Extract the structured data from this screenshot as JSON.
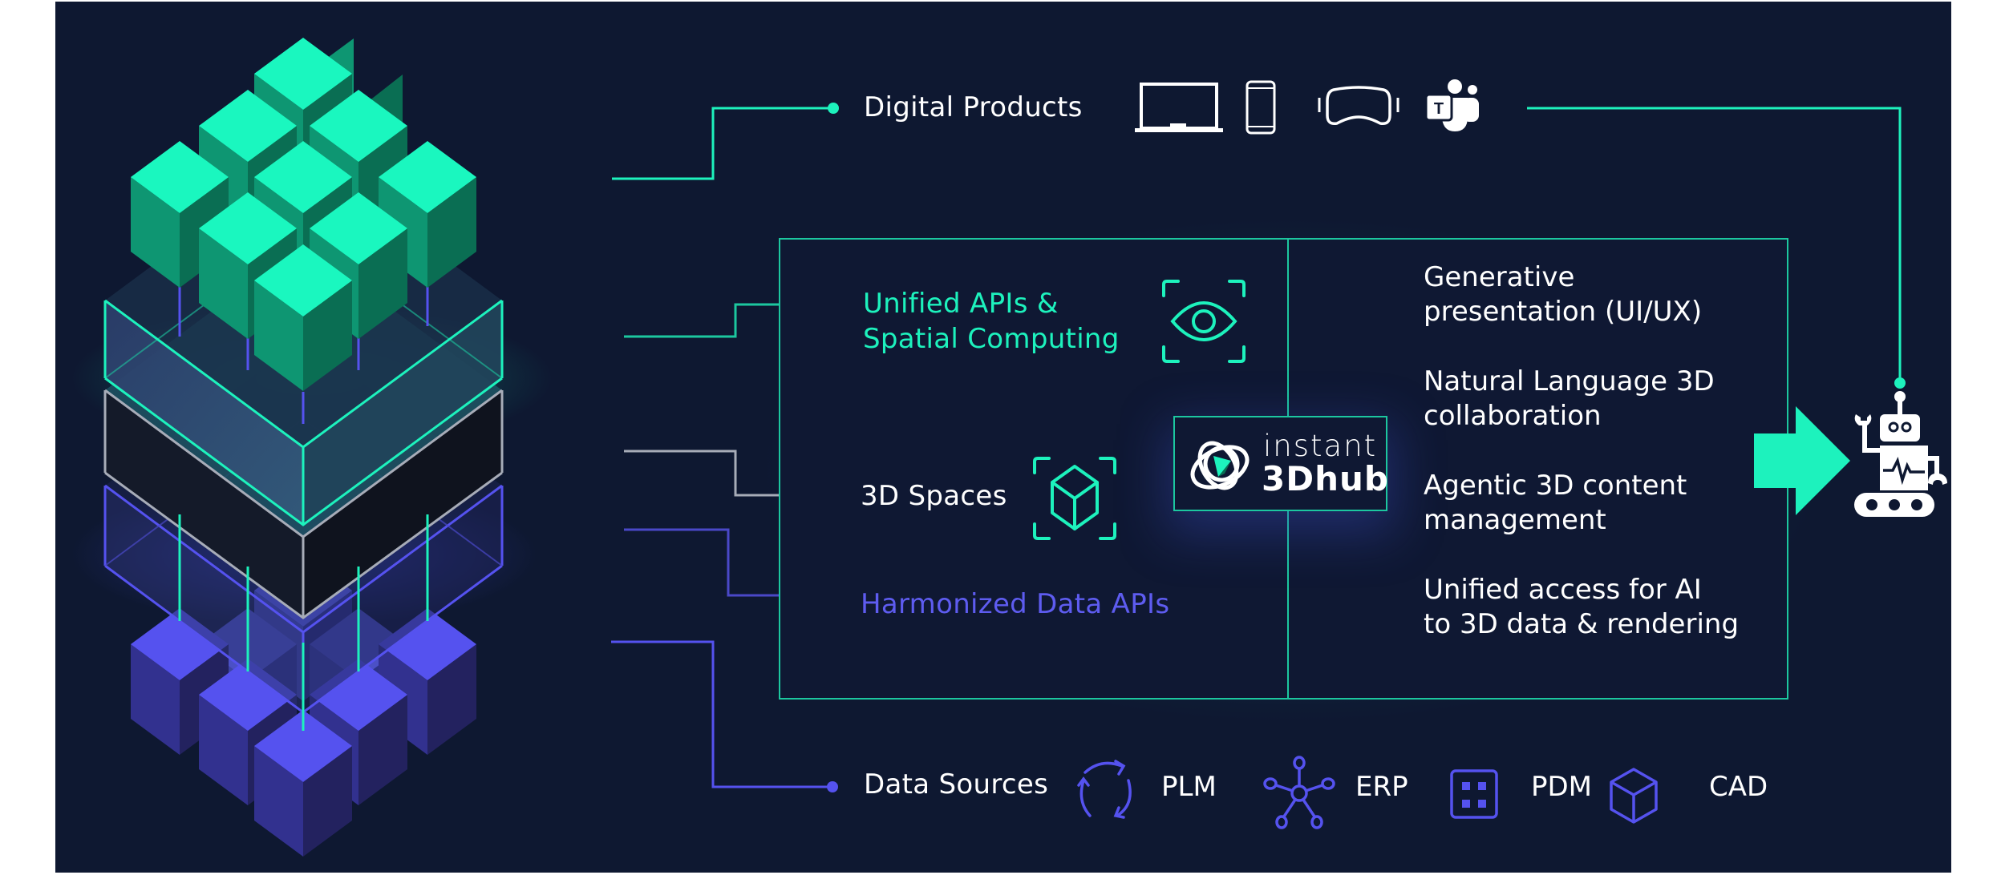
{
  "colors": {
    "background": "#0e1831",
    "accent_green": "#1df2bd",
    "accent_purple": "#5552ef",
    "connector_gray": "#a7acb8",
    "text": "#ffffff"
  },
  "top_row": {
    "label": "Digital Products",
    "icons": [
      "laptop-icon",
      "smartphone-icon",
      "vr-headset-icon",
      "teams-icon"
    ]
  },
  "center_panel": {
    "left_items": [
      {
        "label_line1": "Unified APIs &",
        "label_line2": "Spatial Computing",
        "icon": "eye-scan-icon",
        "color": "#1df2bd"
      },
      {
        "label": "3D Spaces",
        "icon": "cube-scan-icon",
        "color": "#ffffff"
      },
      {
        "label": "Harmonized Data APIs",
        "color": "#5e5cf0"
      }
    ],
    "logo": {
      "line1": "instant",
      "line2": "3Dhub"
    },
    "right_items": [
      {
        "line1": "Generative",
        "line2": "presentation (UI/UX)"
      },
      {
        "line1": "Natural Language 3D",
        "line2": "collaboration"
      },
      {
        "line1": "Agentic 3D content",
        "line2": "management"
      },
      {
        "line1": "Unified access for AI",
        "line2": "to 3D data & rendering"
      }
    ]
  },
  "agent": {
    "icon": "robot-icon",
    "arrow": "arrow-right-icon"
  },
  "bottom_row": {
    "label": "Data Sources",
    "items": [
      {
        "label": "PLM",
        "icon": "sync-cycle-icon"
      },
      {
        "label": "ERP",
        "icon": "network-hub-icon"
      },
      {
        "label": "PDM",
        "icon": "grid-squares-icon"
      },
      {
        "label": "CAD",
        "icon": "cube-outline-icon"
      }
    ]
  }
}
